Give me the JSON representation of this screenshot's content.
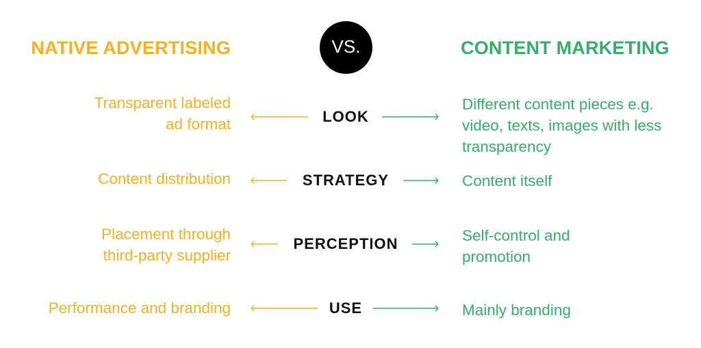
{
  "colors": {
    "native": "#F5B120",
    "content": "#35AE6A",
    "label": "#111111",
    "vs_bg": "#000000",
    "vs_text": "#ffffff"
  },
  "header": {
    "left_title": "NATIVE ADVERTISING",
    "vs_label": "VS.",
    "right_title": "CONTENT MARKETING"
  },
  "rows": [
    {
      "label": "LOOK",
      "left": [
        "Transparent labeled",
        "ad format"
      ],
      "right": [
        "Different content pieces e.g.",
        "video, texts, images with less",
        "transparency"
      ]
    },
    {
      "label": "STRATEGY",
      "left": [
        "Content distribution"
      ],
      "right": [
        "Content itself"
      ]
    },
    {
      "label": "PERCEPTION",
      "left": [
        "Placement through",
        "third-party supplier"
      ],
      "right": [
        "Self-control and",
        "promotion"
      ]
    },
    {
      "label": "USE",
      "left": [
        "Performance and branding"
      ],
      "right": [
        "Mainly branding"
      ]
    }
  ]
}
